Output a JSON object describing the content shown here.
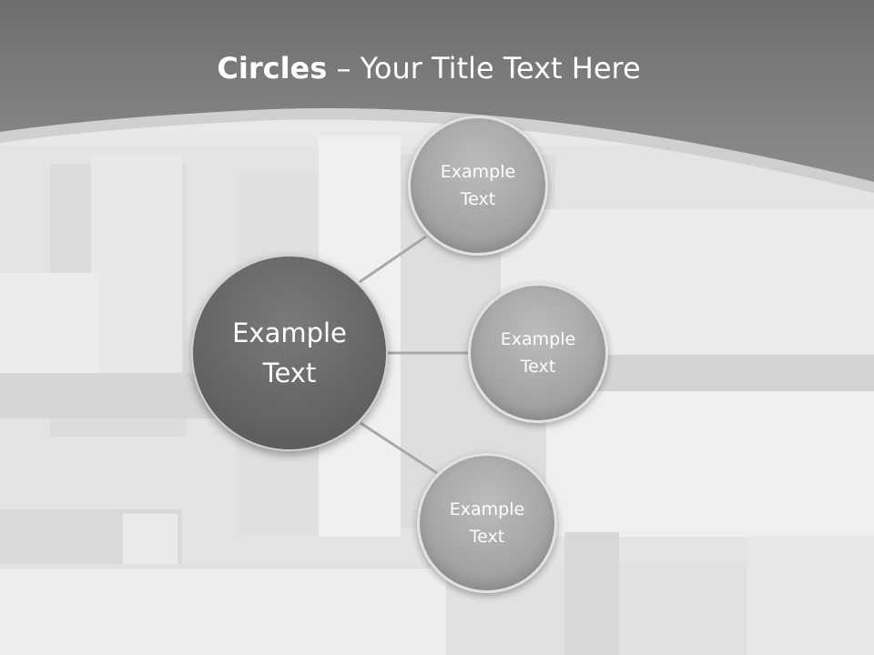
{
  "title": {
    "bold": "Circles",
    "rest": " – Your Title Text Here"
  },
  "center": {
    "label_line1": "Example",
    "label_line2": "Text"
  },
  "nodes": [
    {
      "label_line1": "Example",
      "label_line2": "Text"
    },
    {
      "label_line1": "Example",
      "label_line2": "Text"
    },
    {
      "label_line1": "Example",
      "label_line2": "Text"
    }
  ],
  "colors": {
    "header": "#7d7d7d",
    "center_circle": "#666666",
    "node_circle": "#a6a6a6",
    "connector": "#a8a8a8"
  }
}
